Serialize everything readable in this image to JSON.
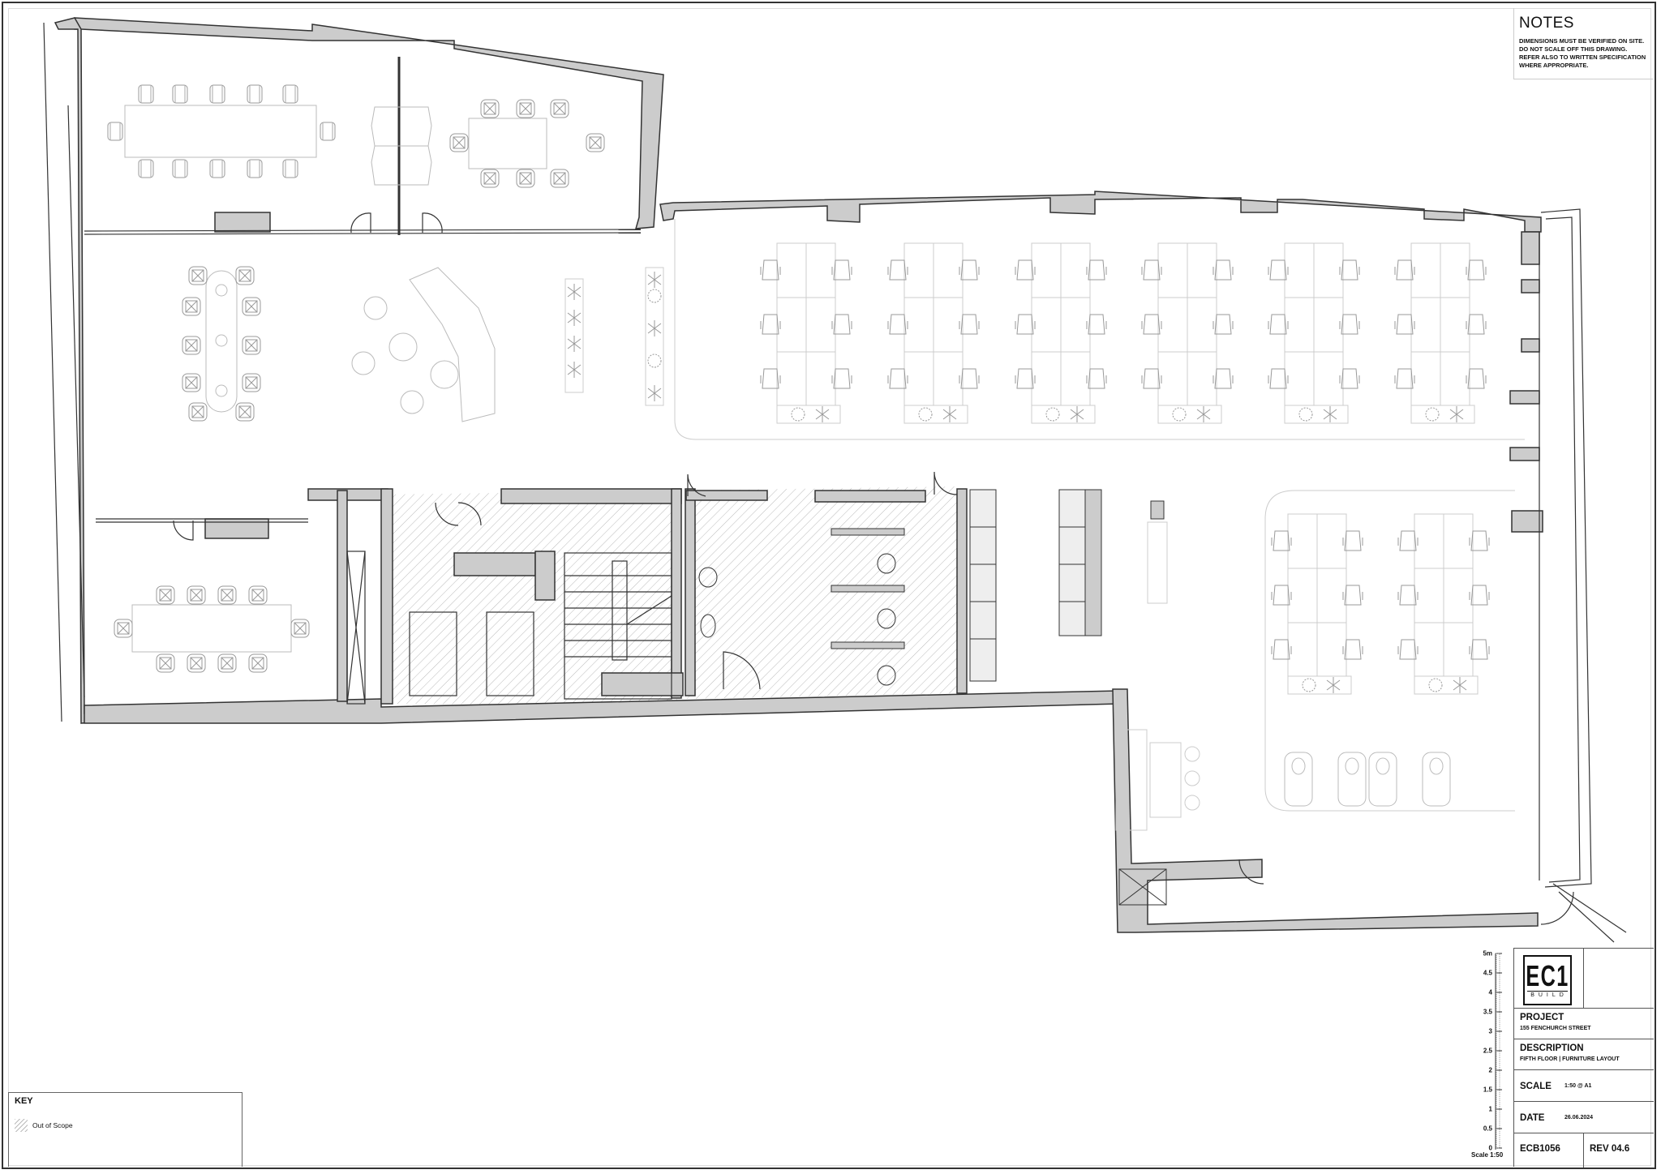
{
  "notes": {
    "title": "NOTES",
    "text": "DIMENSIONS MUST BE VERIFIED ON SITE. DO NOT SCALE OFF THIS DRAWING. REFER ALSO TO WRITTEN SPECIFICATION WHERE APPROPRIATE."
  },
  "title_block": {
    "logo": {
      "main": "EC1",
      "sub": "BUILD"
    },
    "project": {
      "label": "PROJECT",
      "value": "155 FENCHURCH STREET"
    },
    "description": {
      "label": "DESCRIPTION",
      "value": "FIFTH FLOOR | FURNITURE LAYOUT"
    },
    "scale": {
      "label": "SCALE",
      "value": "1:50 @ A1"
    },
    "date": {
      "label": "DATE",
      "value": "26.06.2024"
    },
    "drawing_number": "ECB1056",
    "revision": "REV 04.6"
  },
  "scale_bar": {
    "ticks": [
      "5m",
      "4.5",
      "4",
      "3.5",
      "3",
      "2.5",
      "2",
      "1.5",
      "1",
      "0.5",
      "0"
    ],
    "caption": "Scale 1:50"
  },
  "key": {
    "title": "KEY",
    "items": [
      {
        "swatch": "diagonal-hatch",
        "label": "Out of Scope"
      }
    ]
  },
  "colors": {
    "wall_fill": "#cccccc",
    "wall_stroke": "#333333",
    "furniture": "#9a9a9a",
    "hatch": "#bbbbbb"
  },
  "plan": {
    "rooms": [
      {
        "name": "meeting-room-large",
        "seats": 12
      },
      {
        "name": "meeting-room-small",
        "seats": 8
      },
      {
        "name": "breakout-area",
        "seats": 12
      },
      {
        "name": "meeting-room-lower",
        "seats": 10
      },
      {
        "name": "open-plan-desks-north",
        "desk_clusters": 6,
        "desks_per_cluster": 6
      },
      {
        "name": "open-plan-desks-east",
        "desk_clusters": 2,
        "desks_per_cluster": 6
      },
      {
        "name": "kitchen-tea-point"
      },
      {
        "name": "core-lifts-stair-wc",
        "out_of_scope": true
      }
    ]
  }
}
